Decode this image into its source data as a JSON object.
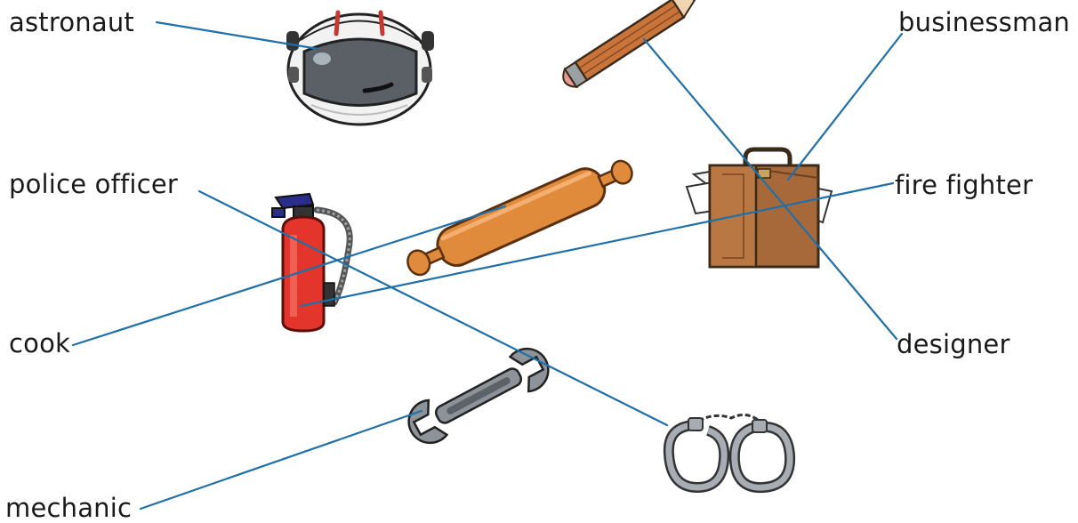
{
  "labels": {
    "astronaut": "astronaut",
    "businessman": "businessman",
    "police_officer": "police officer",
    "fire_fighter": "fire fighter",
    "cook": "cook",
    "designer": "designer",
    "mechanic": "mechanic"
  },
  "colors": {
    "connector": "#1f6fa8",
    "text": "#1a1a1a"
  }
}
